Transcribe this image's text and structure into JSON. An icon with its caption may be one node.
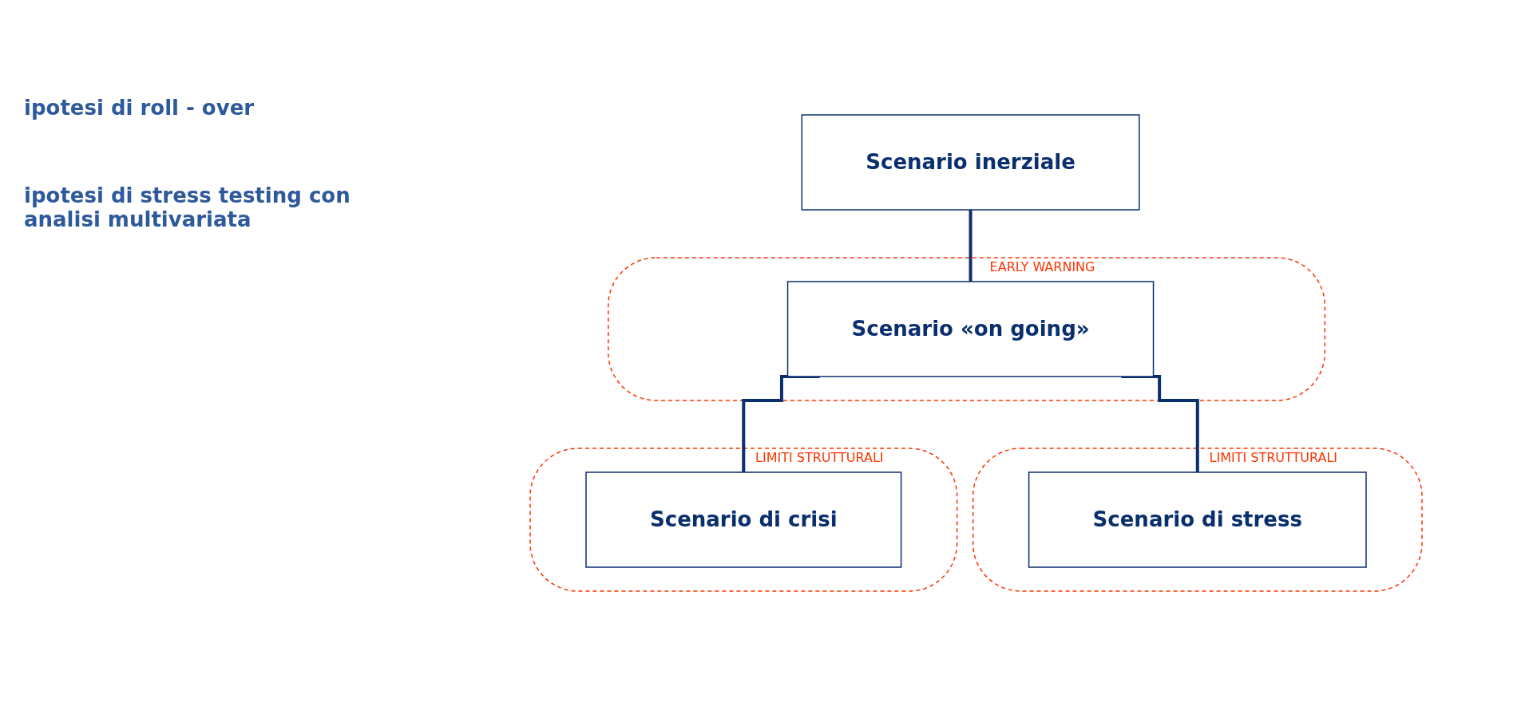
{
  "diagram": {
    "nodes": [
      {
        "text": [
          "Scenario inerziale"
        ]
      },
      {
        "text": [
          "EARLY WARNING"
        ]
      },
      {
        "text": [
          "Scenario «on going»"
        ],
        "in": 1
      },
      {
        "text": [
          "LIMITI STRUTTURALI"
        ]
      },
      {
        "text": [
          "Scenario di stress"
        ],
        "in": 3
      },
      {
        "text": [
          "LIMITI STRUTTURALI"
        ]
      },
      {
        "text": [
          "Scenario di crisi"
        ],
        "in": 5
      }
    ],
    "edges": [
      {
        "from": 0,
        "to": 2,
        "arrow": "none"
      },
      {
        "from": 2,
        "to": 4,
        "arrow": "none"
      },
      {
        "from": 2,
        "to": 6,
        "arrow": "none"
      }
    ],
    "labels": [
      "ipotesi di roll - over",
      "ipotesi di stress testing con analisi multivariata"
    ]
  }
}
